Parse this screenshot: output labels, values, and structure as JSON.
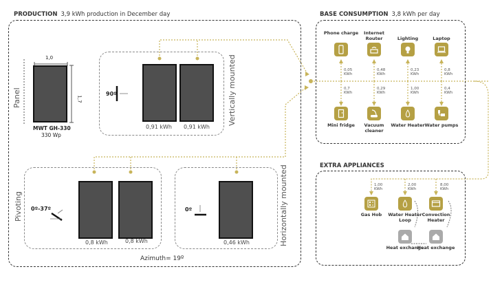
{
  "production": {
    "title": "PRODUCTION",
    "subtitle": "3,9 kWh production in December day",
    "panel": {
      "label": "Panel",
      "width_dim": "1,0",
      "height_dim": "1,7",
      "model": "MWT GH-330",
      "rating": "330 Wp"
    },
    "vertical": {
      "label": "Vertically mounted",
      "angle": "90º",
      "outputs": [
        "0,91 kWh",
        "0,91 kWh"
      ]
    },
    "pivoting": {
      "label": "Pivoting",
      "angle": "0º-37º",
      "outputs": [
        "0,8 kWh",
        "0,8 kWh"
      ]
    },
    "horizontal": {
      "label": "Horizontally mounted",
      "angle": "0º",
      "outputs": [
        "0,46 kWh"
      ]
    },
    "azimuth": "Azimuth= 19º"
  },
  "base_consumption": {
    "title": "BASE CONSUMPTION",
    "subtitle": "3,8 kWh per day",
    "top": [
      {
        "label": "Phone charge",
        "value": "0,05",
        "unit": "KWh",
        "icon": "phone-icon"
      },
      {
        "label": "Internet Router",
        "value": "0,48",
        "unit": "KWh",
        "icon": "router-icon"
      },
      {
        "label": "Lighting",
        "value": "0,23",
        "unit": "KWh",
        "icon": "lightbulb-icon"
      },
      {
        "label": "Laptop",
        "value": "0,8",
        "unit": "KWh",
        "icon": "laptop-icon"
      }
    ],
    "bottom": [
      {
        "label": "Mini fridge",
        "value": "0,7",
        "unit": "KWh",
        "icon": "fridge-icon"
      },
      {
        "label": "Vacuum cleaner",
        "value": "0,29",
        "unit": "KWh",
        "icon": "vacuum-icon"
      },
      {
        "label": "Water Heater",
        "value": "1,00",
        "unit": "KWh",
        "icon": "water-heater-icon"
      },
      {
        "label": "Water pumps",
        "value": "0,4",
        "unit": "KWh",
        "icon": "water-pump-icon"
      }
    ]
  },
  "extra_appliances": {
    "title": "EXTRA APPLIANCES",
    "items": [
      {
        "label": "Gas Hob",
        "value": "1,00",
        "unit": "KWh",
        "icon": "gas-hob-icon"
      },
      {
        "label": "Water Heater Loop",
        "value": "2,00",
        "unit": "KWh",
        "icon": "water-heater-icon"
      },
      {
        "label": "Convection Heater",
        "value": "8,00",
        "unit": "KWh",
        "icon": "convection-heater-icon"
      }
    ],
    "exchange": [
      {
        "label": "Heat exchange",
        "icon": "house-icon"
      },
      {
        "label": "Heat exchange",
        "icon": "house-icon"
      }
    ]
  },
  "colors": {
    "accent": "#b5a044",
    "line": "#c8b45a",
    "panel": "#4f4f4f",
    "border": "#333333"
  }
}
